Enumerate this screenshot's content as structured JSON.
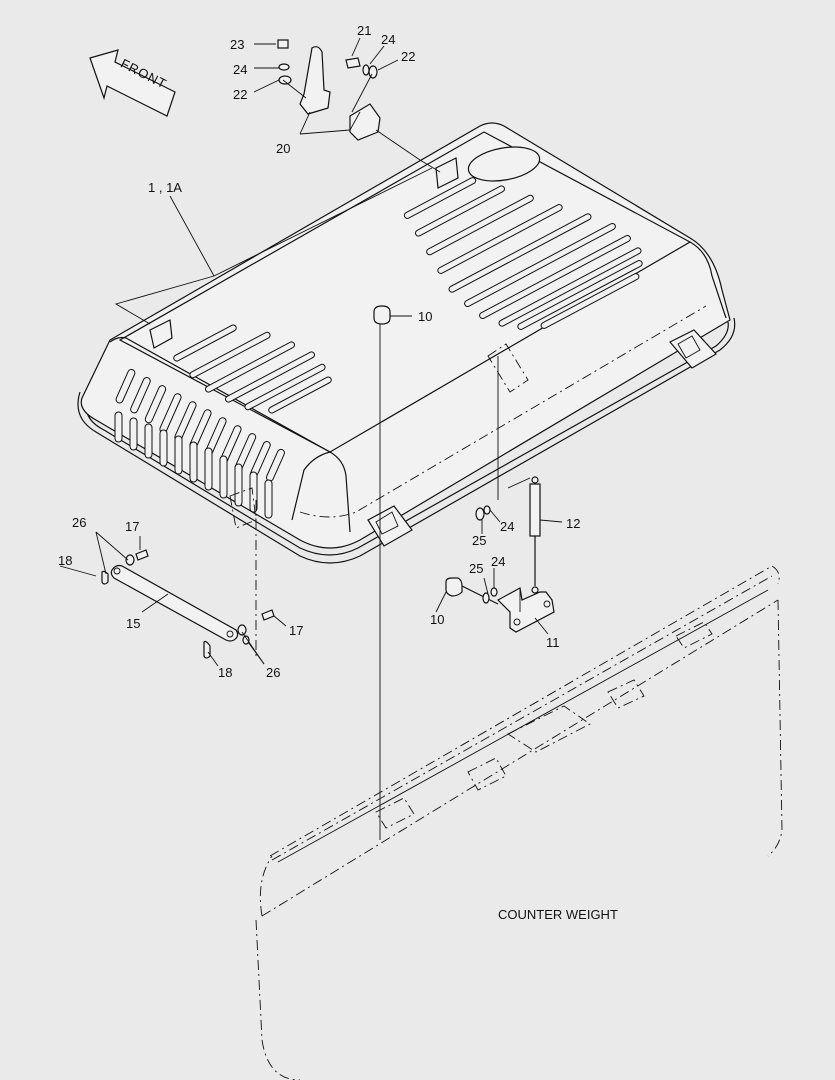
{
  "front_label": "FRONT",
  "counter_weight_label": "COUNTER WEIGHT",
  "labels": {
    "l23": "23",
    "l24a": "24",
    "l22a": "22",
    "l21": "21",
    "l24b": "24",
    "l22b": "22",
    "l20": "20",
    "l1": "1 , 1A",
    "l10a": "10",
    "l26a": "26",
    "l17a": "17",
    "l18a": "18",
    "l15": "15",
    "l17b": "17",
    "l18b": "18",
    "l26b": "26",
    "l24c": "24",
    "l12": "12",
    "l25a": "25",
    "l25b": "25",
    "l24d": "24",
    "l10b": "10",
    "l11": "11"
  }
}
